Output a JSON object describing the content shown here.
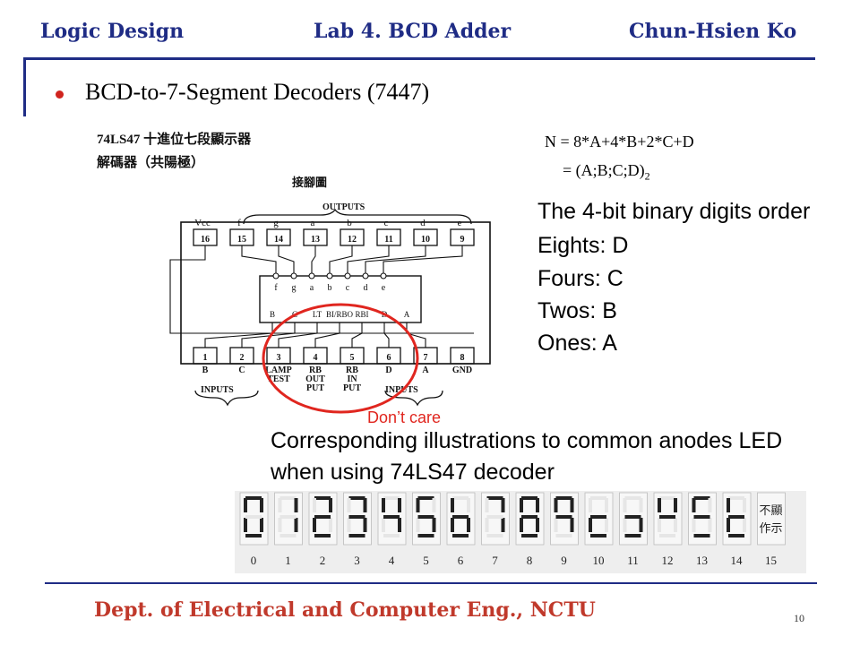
{
  "header": {
    "left": "Logic Design",
    "center": "Lab 4. BCD Adder",
    "right": "Chun-Hsien Ko"
  },
  "slide": {
    "title": "BCD-to-7-Segment Decoders (7447)",
    "formula_line1": "N = 8*A+4*B+2*C+D",
    "formula_line2": "= (A;B;C;D)",
    "formula_sub": "2",
    "order": {
      "title": "The 4-bit binary digits order",
      "eights": "Eights: D",
      "fours": "Fours: C",
      "twos": "Twos: B",
      "ones": "Ones: A"
    },
    "dont_care": "Don’t care",
    "caption_line1": "Corresponding illustrations to common anodes LED",
    "caption_line2": "when using 74LS47 decoder"
  },
  "diagram": {
    "chip_title": "74LS47 十進位七段顯示器",
    "chip_subtitle": "解碼器（共陽極）",
    "pin_diagram_label": "接腳圖",
    "outputs_label": "OUTPUTS",
    "top_pins": [
      {
        "num": "16",
        "name": "Vcc"
      },
      {
        "num": "15",
        "name": "f"
      },
      {
        "num": "14",
        "name": "g"
      },
      {
        "num": "13",
        "name": "a"
      },
      {
        "num": "12",
        "name": "b"
      },
      {
        "num": "11",
        "name": "c"
      },
      {
        "num": "10",
        "name": "d"
      },
      {
        "num": "9",
        "name": "e"
      }
    ],
    "bottom_pins": [
      {
        "num": "1",
        "name": "B"
      },
      {
        "num": "2",
        "name": "C"
      },
      {
        "num": "3",
        "name": "LAMP TEST"
      },
      {
        "num": "4",
        "name": "RB OUT PUT"
      },
      {
        "num": "5",
        "name": "RB IN PUT"
      },
      {
        "num": "6",
        "name": "D"
      },
      {
        "num": "7",
        "name": "A"
      },
      {
        "num": "8",
        "name": "GND"
      }
    ],
    "inner_top_labels": [
      "f",
      "g",
      "a",
      "b",
      "c",
      "d",
      "e"
    ],
    "inner_bottom_labels": [
      "B",
      "C",
      "LT",
      "BI/RBO",
      "RBI",
      "D",
      "A"
    ],
    "inputs_label": "INPUTS"
  },
  "display_strip": {
    "numbers": [
      "0",
      "1",
      "2",
      "3",
      "4",
      "5",
      "6",
      "7",
      "8",
      "9",
      "10",
      "11",
      "12",
      "13",
      "14",
      "15"
    ],
    "segments": [
      "abcdef",
      "bc",
      "abdeg",
      "abcdg",
      "bcfg",
      "acdfg",
      "cdefg",
      "abc",
      "abcdefg",
      "abcfg",
      "deg",
      "cdg",
      "bfg",
      "adfg",
      "defg",
      ""
    ],
    "blank_label": "不顯 作示"
  },
  "footer": {
    "dept": "Dept. of Electrical and Computer Eng., NCTU",
    "page": "10"
  }
}
